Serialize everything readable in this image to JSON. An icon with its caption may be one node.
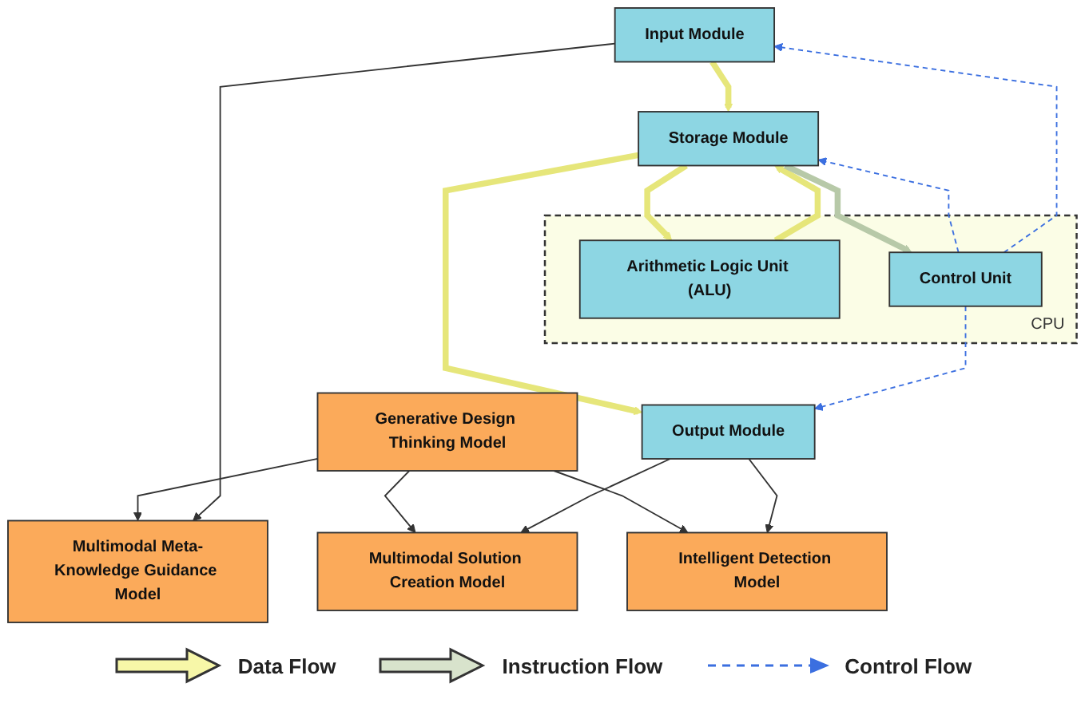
{
  "diagram": {
    "nodes": [
      {
        "text": [
          "Generative Design Thinking Model"
        ]
      },
      {
        "text": [
          "Multimodal Meta-Knowledge Guidance Model"
        ]
      },
      {
        "text": [
          "Multimodal Solution Creation Model"
        ]
      },
      {
        "text": [
          "Intelligent Detection Model"
        ]
      },
      {
        "text": [
          "Input Module"
        ]
      },
      {
        "text": [
          "Storage Module"
        ]
      },
      {
        "text": [
          "Output Module"
        ]
      },
      {
        "text": [
          "CPU"
        ]
      },
      {
        "text": [
          "Arithmetic Logic Unit (ALU)"
        ],
        "in": 7
      },
      {
        "text": [
          "Control Unit"
        ],
        "in": 7
      }
    ],
    "edges": [
      {
        "from": 0,
        "to": 1,
        "arrow": "to"
      },
      {
        "from": 0,
        "to": 2,
        "arrow": "to"
      },
      {
        "from": 0,
        "to": 3,
        "arrow": "to"
      },
      {
        "from": 4,
        "to": 1,
        "arrow": "to"
      },
      {
        "from": 6,
        "to": 2,
        "arrow": "to"
      },
      {
        "from": 6,
        "to": 3,
        "arrow": "to"
      },
      {
        "from": 4,
        "to": 5,
        "arrow": "to",
        "style": "thick",
        "color": "#e6e67a"
      },
      {
        "from": 5,
        "to": 6,
        "arrow": "to",
        "style": "thick",
        "color": "#e6e67a"
      },
      {
        "from": 5,
        "to": 8,
        "arrow": "to",
        "style": "thick",
        "color": "#e6e67a"
      },
      {
        "from": 8,
        "to": 5,
        "arrow": "to",
        "style": "thick",
        "color": "#e6e67a"
      },
      {
        "from": 5,
        "to": 9,
        "arrow": "to",
        "style": "thick",
        "color": "#b7c9a8"
      },
      {
        "from": 9,
        "to": 5,
        "arrow": "to",
        "style": "dashed",
        "color": "#3b6fe0"
      },
      {
        "from": 9,
        "to": 4,
        "arrow": "to",
        "style": "dashed",
        "color": "#3b6fe0"
      },
      {
        "from": 9,
        "to": 6,
        "arrow": "to",
        "style": "dashed",
        "color": "#3b6fe0"
      }
    ],
    "legend": [
      {
        "text": "Data Flow"
      },
      {
        "text": "Instruction Flow"
      },
      {
        "text": "Control Flow"
      }
    ]
  }
}
